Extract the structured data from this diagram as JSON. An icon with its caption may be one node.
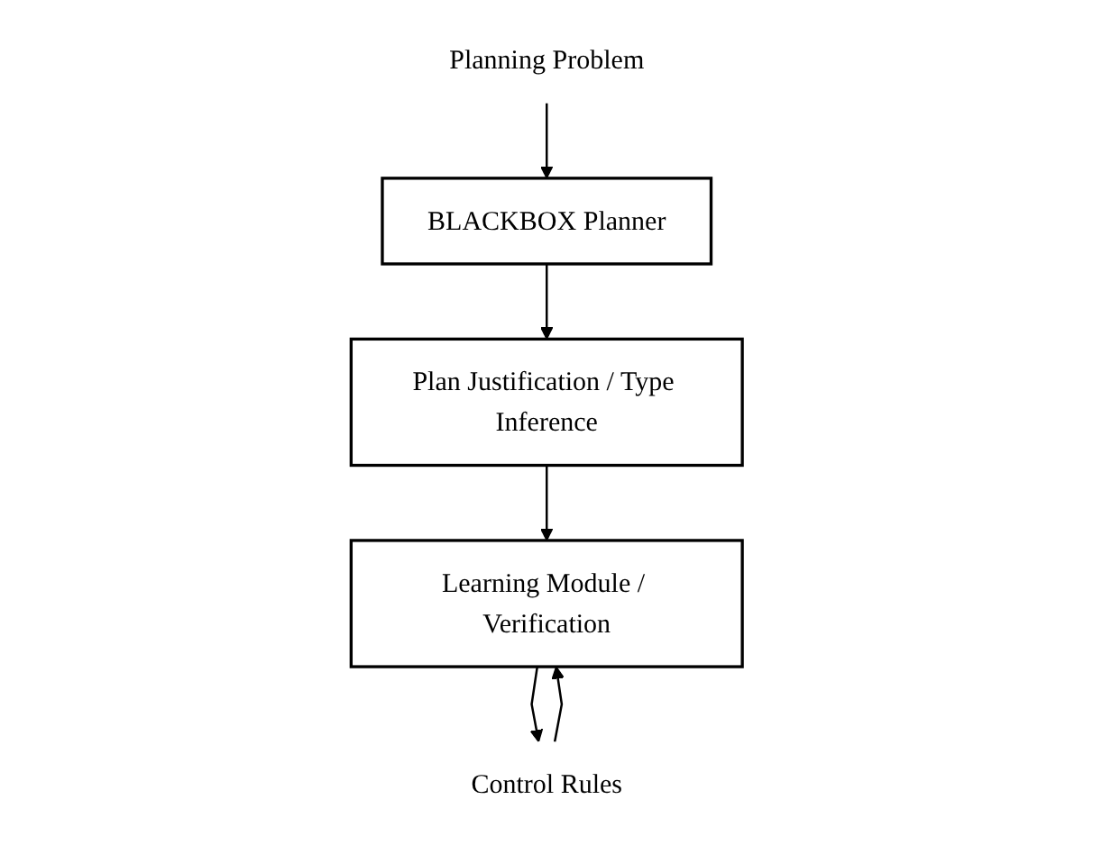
{
  "diagram": {
    "nodes": [
      {
        "text": [
          "Planning Problem"
        ]
      },
      {
        "text": [
          "BLACKBOX Planner"
        ]
      },
      {
        "text": [
          "Plan Justification / Type Inference"
        ]
      },
      {
        "text": [
          "Learning Module / Verification"
        ]
      },
      {
        "text": [
          "Control Rules"
        ]
      }
    ],
    "edges": [
      {
        "from": 0,
        "to": 1,
        "arrow": "to"
      },
      {
        "from": 1,
        "to": 2,
        "arrow": "to"
      },
      {
        "from": 2,
        "to": 3,
        "arrow": "to"
      },
      {
        "from": 3,
        "to": 4,
        "arrow": "to"
      },
      {
        "from": 4,
        "to": 3,
        "arrow": "to"
      }
    ]
  }
}
